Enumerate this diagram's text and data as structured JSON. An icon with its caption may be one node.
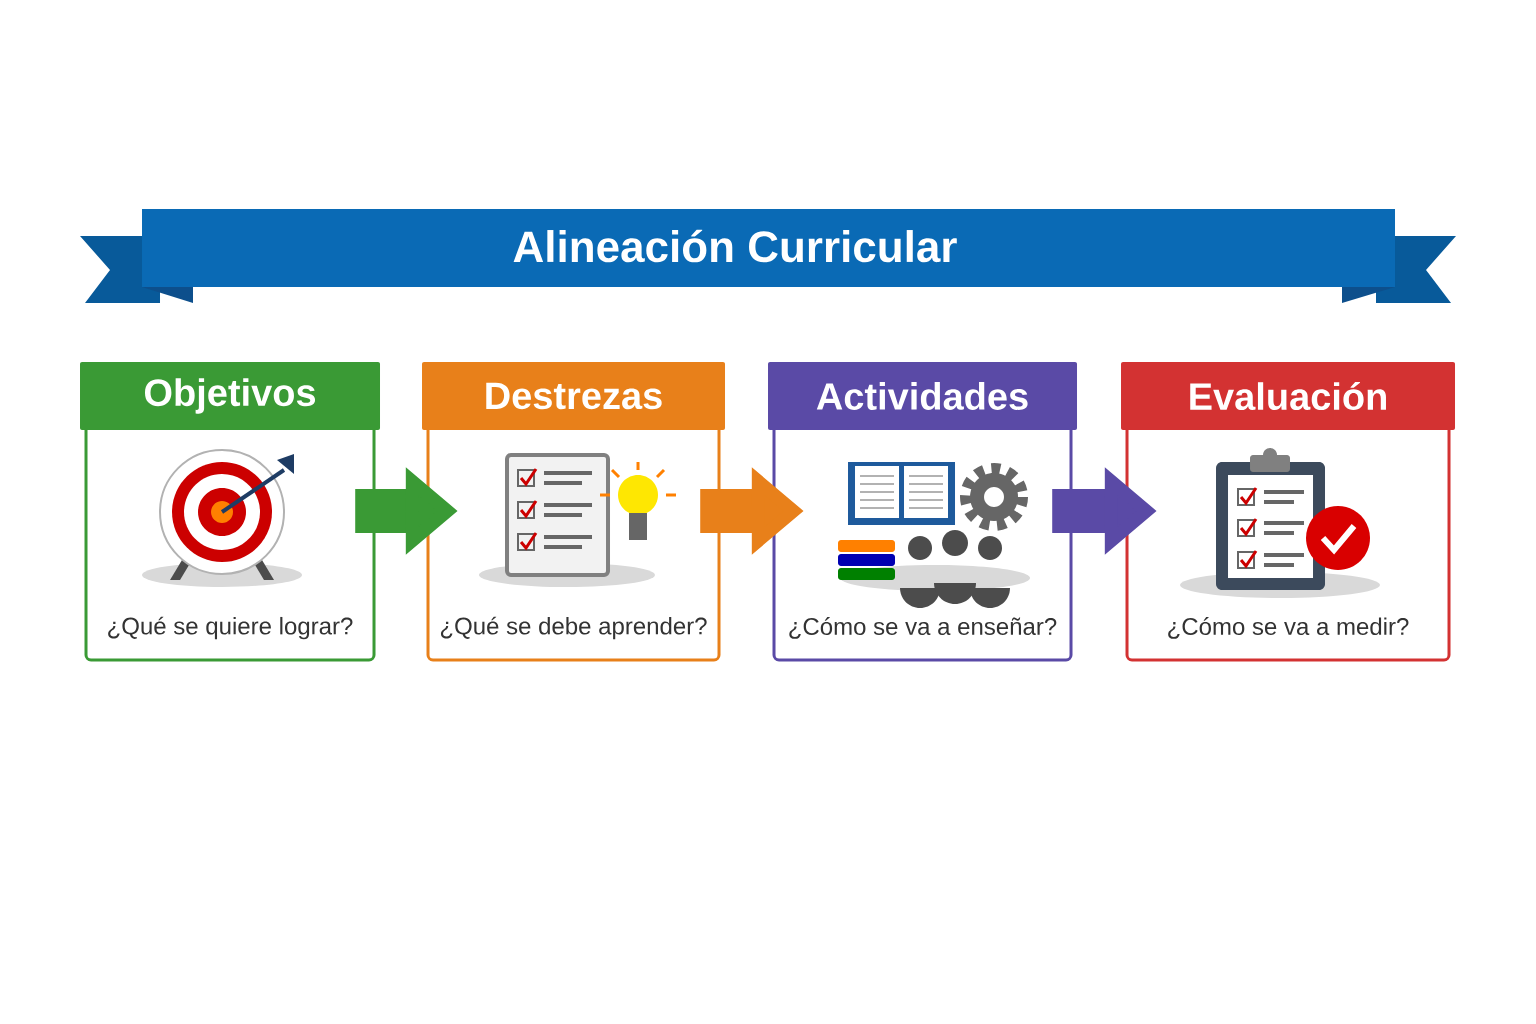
{
  "diagram": {
    "title": "Alineación Curricular",
    "nodes": [
      {
        "text": [
          "Objetivos",
          "¿Qué se quiere lograr?"
        ]
      },
      {
        "text": [
          "Destrezas",
          "¿Qué se debe aprender?"
        ]
      },
      {
        "text": [
          "Actividades",
          "¿Cómo se va a enseñar?"
        ]
      },
      {
        "text": [
          "Evaluación",
          "¿Cómo se va a medir?"
        ]
      }
    ],
    "edges": [
      {
        "from": 0,
        "to": 1,
        "arrow": "to",
        "color": "#3a9a35"
      },
      {
        "from": 1,
        "to": 2,
        "arrow": "to",
        "color": "#e8801a"
      },
      {
        "from": 2,
        "to": 3,
        "arrow": "to",
        "color": "#5a4aa6"
      }
    ]
  }
}
